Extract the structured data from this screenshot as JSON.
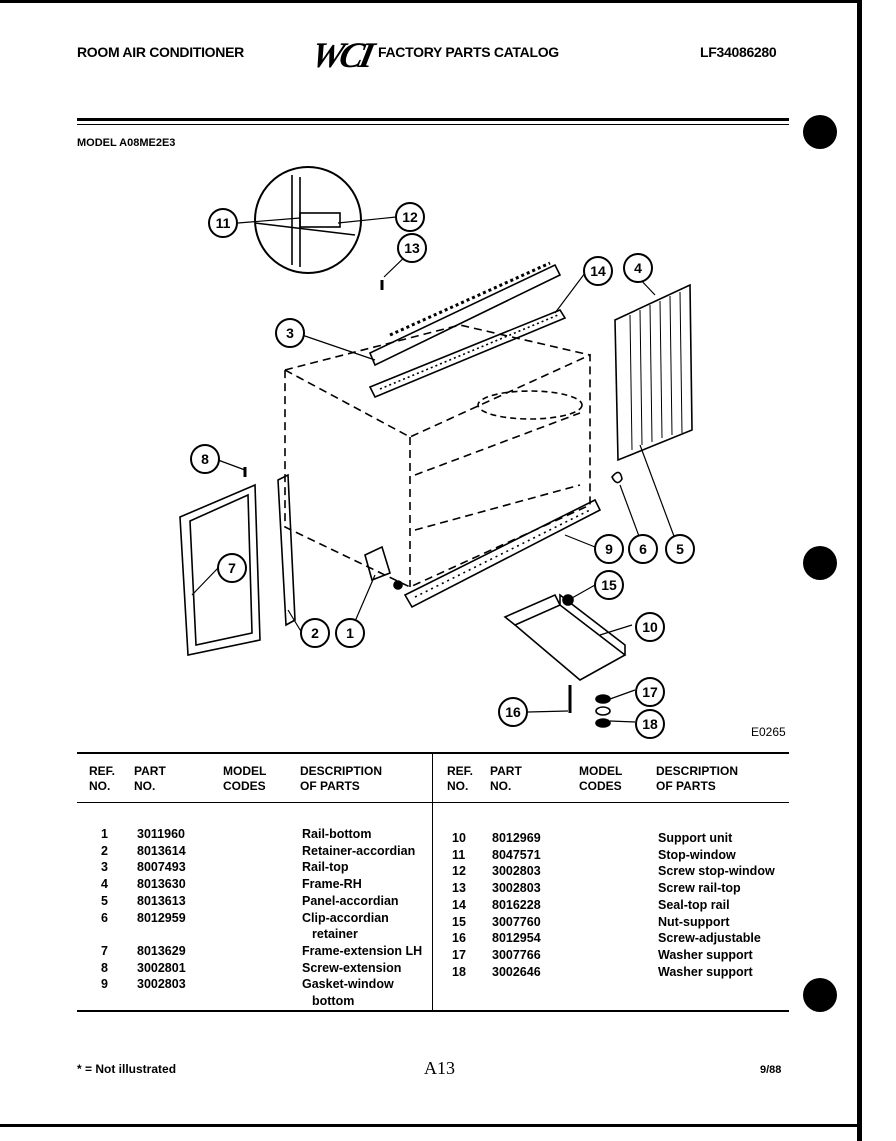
{
  "header": {
    "left": "ROOM AIR CONDITIONER",
    "logo": "WCI",
    "center": "FACTORY PARTS CATALOG",
    "right": "LF34086280"
  },
  "model": "MODEL A08ME2E3",
  "diagram": {
    "code": "E0265",
    "callouts": [
      "11",
      "12",
      "13",
      "14",
      "4",
      "3",
      "8",
      "7",
      "2",
      "1",
      "9",
      "6",
      "5",
      "15",
      "10",
      "17",
      "16",
      "18"
    ]
  },
  "table": {
    "headers": {
      "ref": [
        "REF.",
        "NO."
      ],
      "part": [
        "PART",
        "NO."
      ],
      "model": [
        "MODEL",
        "CODES"
      ],
      "desc": [
        "DESCRIPTION",
        "OF PARTS"
      ]
    },
    "left": [
      {
        "ref": "1",
        "part": "3011960",
        "desc": "Rail-bottom"
      },
      {
        "ref": "2",
        "part": "8013614",
        "desc": "Retainer-accordian"
      },
      {
        "ref": "3",
        "part": "8007493",
        "desc": "Rail-top"
      },
      {
        "ref": "4",
        "part": "8013630",
        "desc": "Frame-RH"
      },
      {
        "ref": "5",
        "part": "8013613",
        "desc": "Panel-accordian"
      },
      {
        "ref": "6",
        "part": "8012959",
        "desc": "Clip-accordian",
        "desc2": "retainer"
      },
      {
        "ref": "7",
        "part": "8013629",
        "desc": "Frame-extension LH"
      },
      {
        "ref": "8",
        "part": "3002801",
        "desc": "Screw-extension"
      },
      {
        "ref": "9",
        "part": "3002803",
        "desc": "Gasket-window",
        "desc2": "bottom"
      }
    ],
    "right": [
      {
        "ref": "10",
        "part": "8012969",
        "desc": "Support unit"
      },
      {
        "ref": "11",
        "part": "8047571",
        "desc": "Stop-window"
      },
      {
        "ref": "12",
        "part": "3002803",
        "desc": "Screw stop-window"
      },
      {
        "ref": "13",
        "part": "3002803",
        "desc": "Screw rail-top"
      },
      {
        "ref": "14",
        "part": "8016228",
        "desc": "Seal-top rail"
      },
      {
        "ref": "15",
        "part": "3007760",
        "desc": "Nut-support"
      },
      {
        "ref": "16",
        "part": "8012954",
        "desc": "Screw-adjustable"
      },
      {
        "ref": "17",
        "part": "3007766",
        "desc": "Washer support"
      },
      {
        "ref": "18",
        "part": "3002646",
        "desc": "Washer support"
      }
    ]
  },
  "footer": {
    "note": "* = Not illustrated",
    "page": "A13",
    "date": "9/88"
  }
}
